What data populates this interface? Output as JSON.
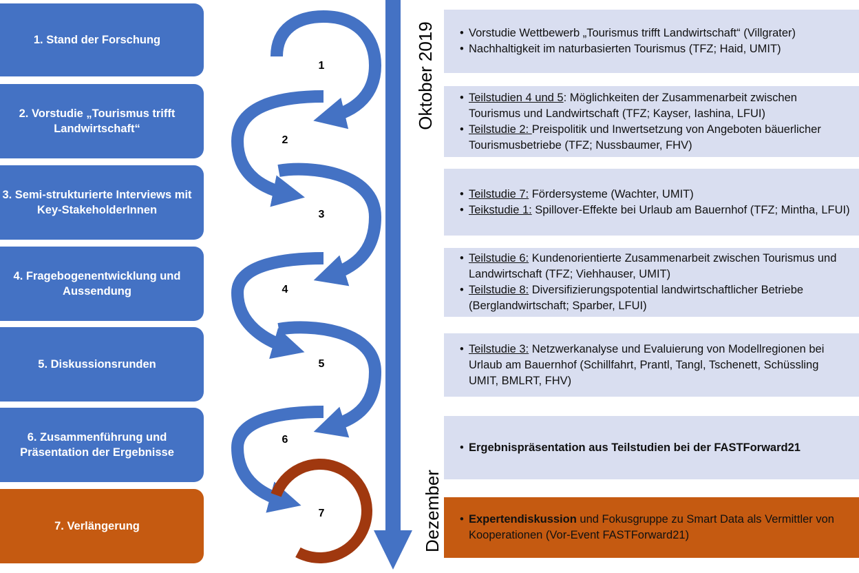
{
  "steps": [
    {
      "label": "1. Stand der Forschung",
      "number": "1"
    },
    {
      "label": "2. Vorstudie „Tourismus trifft\nLandwirtschaft“",
      "number": "2"
    },
    {
      "label": "3. Semi-strukturierte Interviews mit\nKey-StakeholderInnen",
      "number": "3"
    },
    {
      "label": "4. Fragebogenentwicklung und\nAussendung",
      "number": "4"
    },
    {
      "label": "5. Diskussionsrunden",
      "number": "5"
    },
    {
      "label": "6. Zusammenführung und\nPräsentation der Ergebnisse",
      "number": "6"
    },
    {
      "label": "7. Verlängerung",
      "number": "7"
    }
  ],
  "timeline": {
    "start_label": "Oktober 2019",
    "end_label": "Dezember"
  },
  "boxes": [
    {
      "items": [
        {
          "prefix": "",
          "text": "Vorstudie Wettbewerb „Tourismus trifft Landwirtschaft“ (Villgrater)"
        },
        {
          "prefix": "",
          "text": "Nachhaltigkeit im naturbasierten Tourismus (TFZ; Haid, UMIT)"
        }
      ]
    },
    {
      "items": [
        {
          "prefix": "Teilstudien 4 und 5",
          "text": ": Möglichkeiten der Zusammenarbeit zwischen Tourismus und Landwirtschaft (TFZ; Kayser, Iashina, LFUI)"
        },
        {
          "prefix": "Teilstudie 2: ",
          "text": "Preispolitik und Inwertsetzung von Angeboten bäuerlicher Tourismusbetriebe (TFZ; Nussbaumer, FHV)"
        }
      ]
    },
    {
      "items": [
        {
          "prefix": "Teilstudie 7:",
          "text": " Fördersysteme (Wachter, UMIT)"
        },
        {
          "prefix": "Teikstudie 1:",
          "text": " Spillover-Effekte bei Urlaub am Bauernhof (TFZ; Mintha, LFUI)"
        }
      ]
    },
    {
      "items": [
        {
          "prefix": "Teilstudie 6:",
          "text": " Kundenorientierte Zusammenarbeit zwischen Tourismus und Landwirtschaft (TFZ; Viehhauser, UMIT)"
        },
        {
          "prefix": "Teilstudie 8:",
          "text": " Diversifizierungspotential landwirtschaftlicher Betriebe (Berglandwirtschaft; Sparber, LFUI)"
        }
      ]
    },
    {
      "items": [
        {
          "prefix": "Teilstudie 3:",
          "text": " Netzwerkanalyse und Evaluierung von Modellregionen bei Urlaub am Bauernhof (Schillfahrt, Prantl, Tangl, Tschenett, Schüssling UMIT, BMLRT, FHV)"
        }
      ]
    },
    {
      "items": [
        {
          "bold": "Ergebnispräsentation aus Teilstudien bei der FASTForward21",
          "text": ""
        }
      ]
    },
    {
      "items": [
        {
          "bold": "Expertendiskussion",
          "text": " und Fokusgruppe zu Smart Data als Vermittler von Kooperationen (Vor-Event FASTForward21)"
        }
      ]
    }
  ],
  "colors": {
    "blue": "#4472c4",
    "orange": "#c55a11",
    "arrow_fill": "#4472c4",
    "loop_orange": "#a0380f",
    "box_bg": "#d9def0"
  }
}
